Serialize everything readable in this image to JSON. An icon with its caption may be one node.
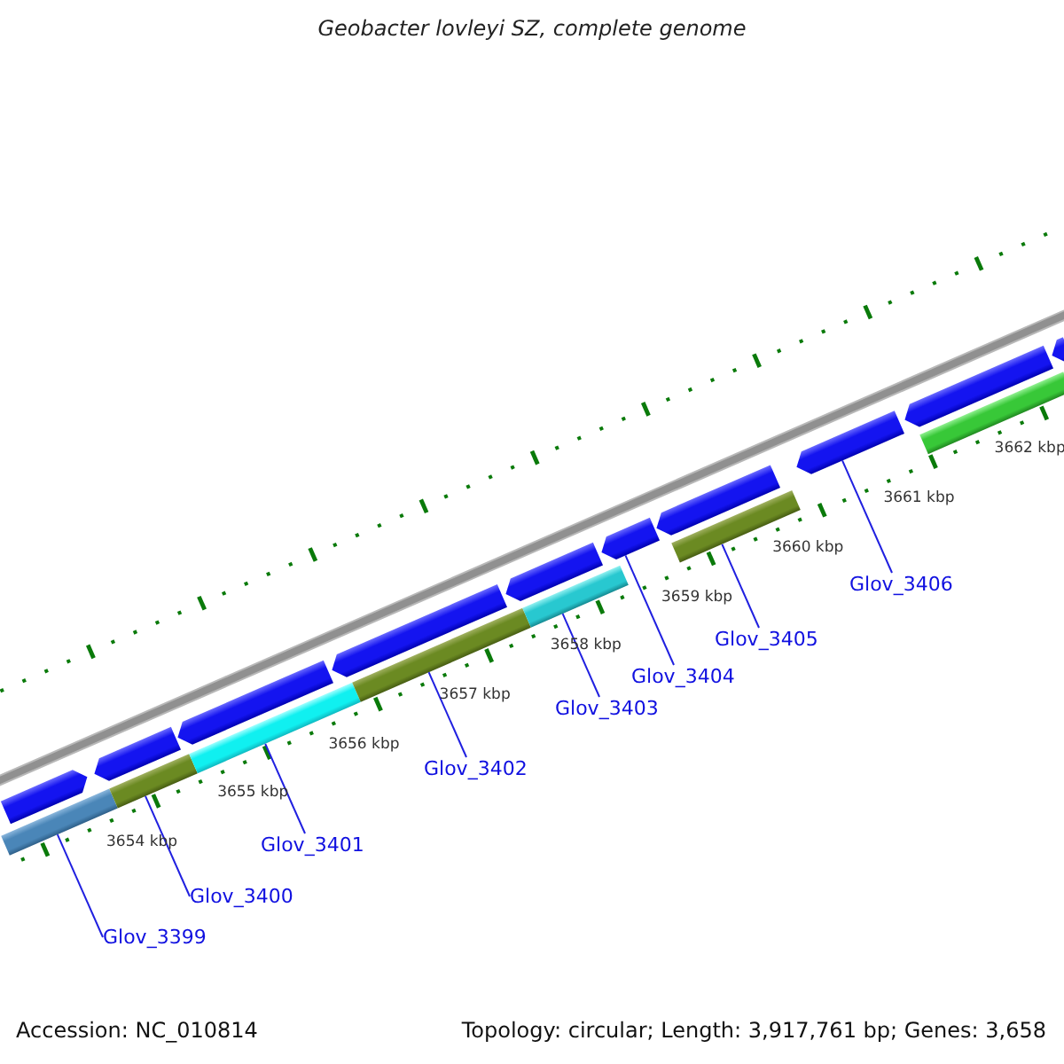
{
  "diagram": {
    "title": "Geobacter lovleyi SZ, complete genome",
    "nodes": [
      {
        "text": [
          "Glov_3399"
        ]
      },
      {
        "text": [
          "Glov_3400"
        ]
      },
      {
        "text": [
          "Glov_3401"
        ]
      },
      {
        "text": [
          "Glov_3402"
        ]
      },
      {
        "text": [
          "Glov_3403"
        ]
      },
      {
        "text": [
          "Glov_3404"
        ]
      },
      {
        "text": [
          "Glov_3405"
        ]
      },
      {
        "text": [
          "Glov_3406"
        ]
      },
      {
        "text": [],
        "shape": "pentagon"
      },
      {
        "text": [],
        "shape": "pentagon"
      },
      {
        "text": [],
        "shape": "pentagon"
      },
      {
        "text": [],
        "shape": "pentagon"
      },
      {
        "text": [],
        "shape": "pentagon"
      },
      {
        "text": [],
        "shape": "pentagon"
      },
      {
        "text": [],
        "shape": "pentagon"
      },
      {
        "text": [],
        "shape": "pentagon"
      },
      {
        "text": [],
        "shape": "pentagon"
      },
      {
        "text": [],
        "shape": "pentagon"
      },
      {
        "text": [],
        "shape": "bar"
      },
      {
        "text": [],
        "shape": "bar"
      },
      {
        "text": [],
        "shape": "bar"
      },
      {
        "text": [],
        "shape": "bar"
      },
      {
        "text": [],
        "shape": "bar"
      },
      {
        "text": [],
        "shape": "bar"
      },
      {
        "text": [],
        "shape": "bar"
      }
    ],
    "edges": [
      {
        "from": 0,
        "to": 18,
        "arrow": "none"
      },
      {
        "from": 1,
        "to": 19,
        "arrow": "none"
      },
      {
        "from": 2,
        "to": 20,
        "arrow": "none"
      },
      {
        "from": 3,
        "to": 21,
        "arrow": "none"
      },
      {
        "from": 4,
        "to": 22,
        "arrow": "none"
      },
      {
        "from": 5,
        "to": 13,
        "arrow": "none"
      },
      {
        "from": 6,
        "to": 23,
        "arrow": "none"
      },
      {
        "from": 7,
        "to": 15,
        "arrow": "none"
      }
    ],
    "labels": [
      "3662 kbp",
      "3661 kbp",
      "3660 kbp",
      "3659 kbp",
      "3658 kbp",
      "3657 kbp",
      "3656 kbp",
      "3655 kbp",
      "3654 kbp",
      "Accession: NC_010814",
      "Topology: circular; Length: 3,917,761 bp; Genes: 3,658"
    ]
  }
}
